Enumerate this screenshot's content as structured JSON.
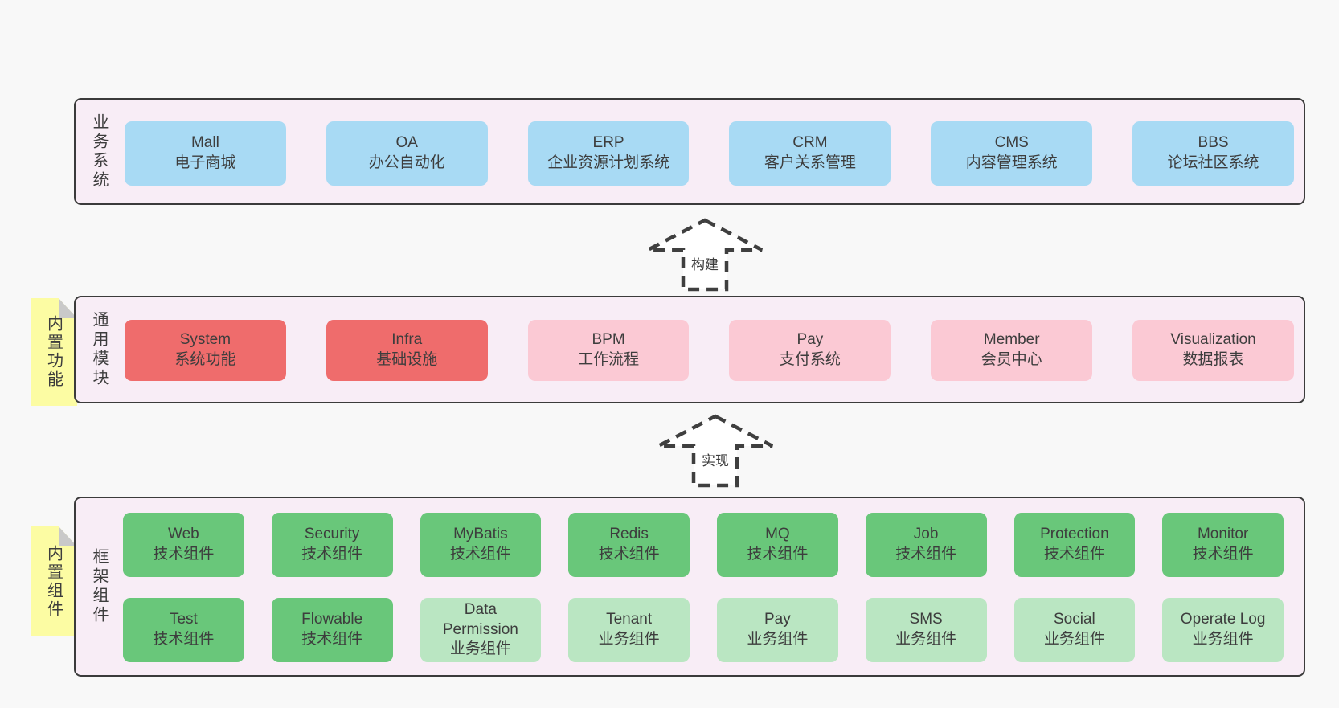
{
  "colors": {
    "background": "#f8f8f8",
    "panel_fill": "#f8edf6",
    "panel_border": "#3b3b3b",
    "blue_box": "#a8daf4",
    "red_box": "#ef6c6c",
    "pink_box": "#fbc9d4",
    "green_box": "#69c77a",
    "light_green_box": "#bae6c2",
    "sticky_tab": "#fcfca3",
    "tab_fold": "#c9c9c9",
    "text": "#3d3d3d",
    "arrow_stroke": "#3f3f3f",
    "arrow_fill": "#ffffff"
  },
  "arrows": [
    {
      "label": "构建"
    },
    {
      "label": "实现"
    }
  ],
  "sections": {
    "business": {
      "side_label": "业务系统",
      "rows": [
        [
          {
            "title": "Mall",
            "subtitle": "电子商城",
            "color": "blue"
          },
          {
            "title": "OA",
            "subtitle": "办公自动化",
            "color": "blue"
          },
          {
            "title": "ERP",
            "subtitle": "企业资源计划系统",
            "color": "blue"
          },
          {
            "title": "CRM",
            "subtitle": "客户关系管理",
            "color": "blue"
          },
          {
            "title": "CMS",
            "subtitle": "内容管理系统",
            "color": "blue"
          },
          {
            "title": "BBS",
            "subtitle": "论坛社区系统",
            "color": "blue"
          }
        ]
      ]
    },
    "modules": {
      "side_label": "通用模块",
      "tab_label": "内置功能",
      "rows": [
        [
          {
            "title": "System",
            "subtitle": "系统功能",
            "color": "red"
          },
          {
            "title": "Infra",
            "subtitle": "基础设施",
            "color": "red"
          },
          {
            "title": "BPM",
            "subtitle": "工作流程",
            "color": "pink"
          },
          {
            "title": "Pay",
            "subtitle": "支付系统",
            "color": "pink"
          },
          {
            "title": "Member",
            "subtitle": "会员中心",
            "color": "pink"
          },
          {
            "title": "Visualization",
            "subtitle": "数据报表",
            "color": "pink"
          }
        ]
      ]
    },
    "components": {
      "side_label": "框架组件",
      "tab_label": "内置组件",
      "rows": [
        [
          {
            "title": "Web",
            "subtitle": "技术组件",
            "color": "green"
          },
          {
            "title": "Security",
            "subtitle": "技术组件",
            "color": "green"
          },
          {
            "title": "MyBatis",
            "subtitle": "技术组件",
            "color": "green"
          },
          {
            "title": "Redis",
            "subtitle": "技术组件",
            "color": "green"
          },
          {
            "title": "MQ",
            "subtitle": "技术组件",
            "color": "green"
          },
          {
            "title": "Job",
            "subtitle": "技术组件",
            "color": "green"
          },
          {
            "title": "Protection",
            "subtitle": "技术组件",
            "color": "green"
          },
          {
            "title": "Monitor",
            "subtitle": "技术组件",
            "color": "green"
          }
        ],
        [
          {
            "title": "Test",
            "subtitle": "技术组件",
            "color": "green"
          },
          {
            "title": "Flowable",
            "subtitle": "技术组件",
            "color": "green"
          },
          {
            "title": "Data Permission",
            "subtitle": "业务组件",
            "color": "green-light"
          },
          {
            "title": "Tenant",
            "subtitle": "业务组件",
            "color": "green-light"
          },
          {
            "title": "Pay",
            "subtitle": "业务组件",
            "color": "green-light"
          },
          {
            "title": "SMS",
            "subtitle": "业务组件",
            "color": "green-light"
          },
          {
            "title": "Social",
            "subtitle": "业务组件",
            "color": "green-light"
          },
          {
            "title": "Operate Log",
            "subtitle": "业务组件",
            "color": "green-light"
          }
        ]
      ]
    }
  }
}
